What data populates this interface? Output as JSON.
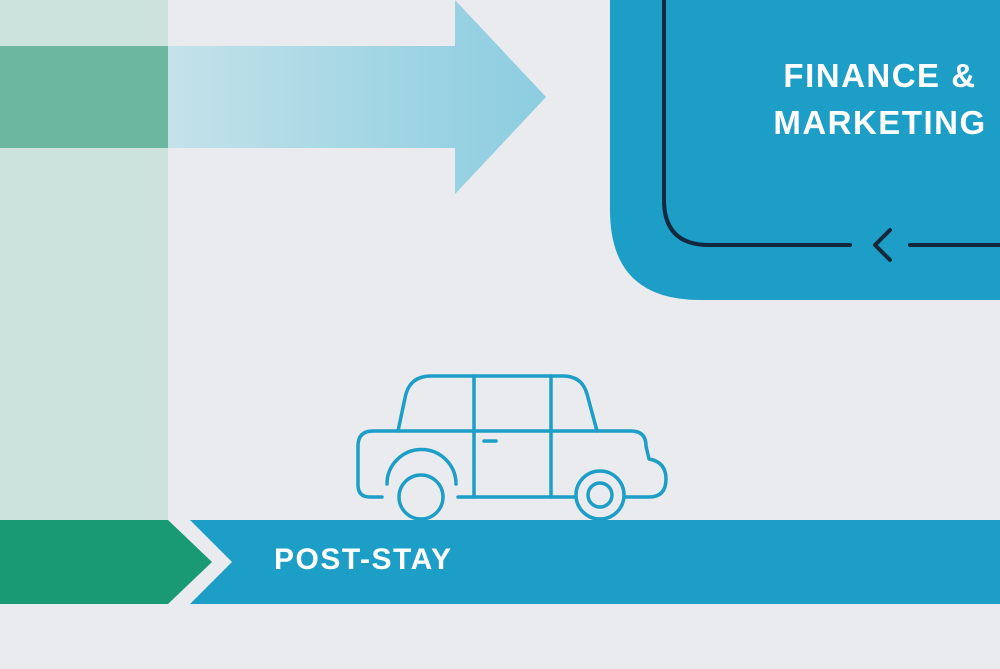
{
  "colors": {
    "background": "#e9ebee",
    "green_column": "#cbe3dc",
    "green_band": "#6bb7a0",
    "green_chevron": "#1a9a73",
    "arrow_light_blue": "#93cfe0",
    "brand_blue": "#1d9ec7",
    "outline_navy": "#13283d",
    "text_white": "#ffffff"
  },
  "finance_panel": {
    "title_line1": "FINANCE &",
    "title_line2": "MARKETING"
  },
  "post_stay_bar": {
    "label": "POST-STAY"
  },
  "icons": {
    "car": "car-icon",
    "loop_arrow": "chevron-left-icon"
  }
}
